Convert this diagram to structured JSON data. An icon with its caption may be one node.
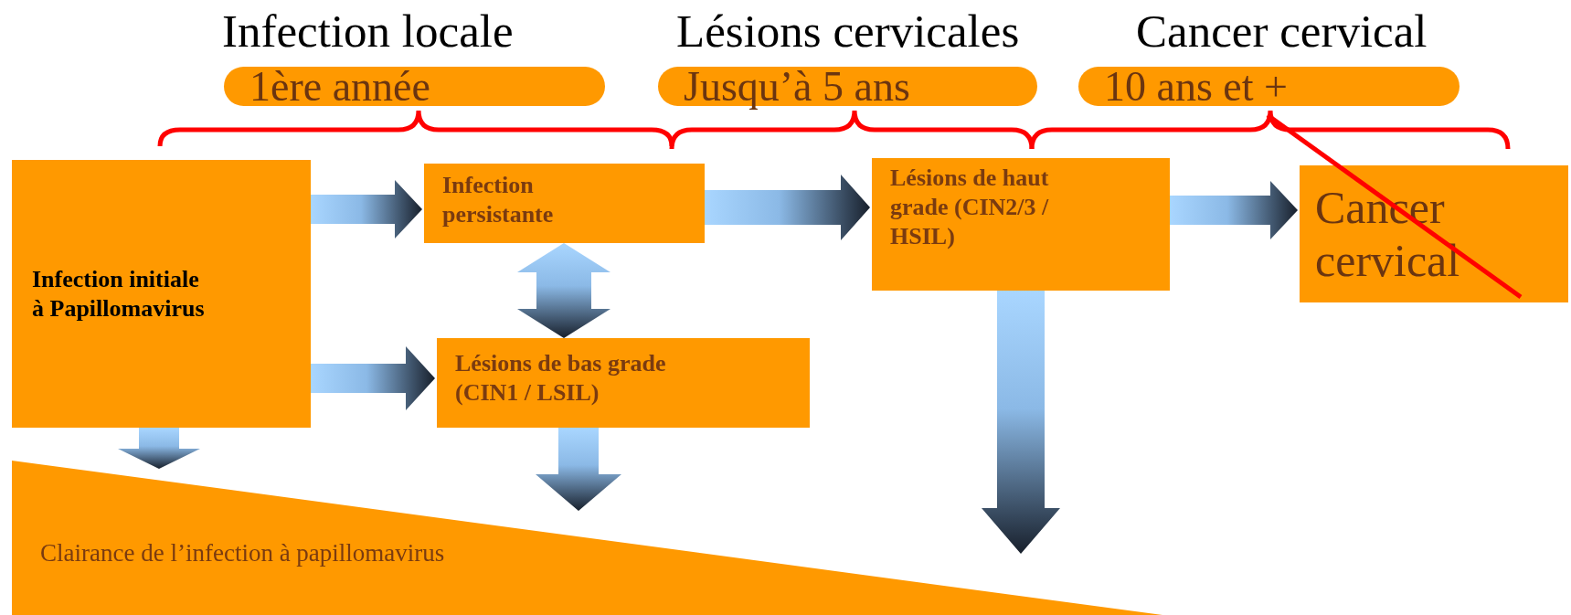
{
  "diagram": {
    "nodes": [
      {
        "text": [
          "1ère année"
        ]
      },
      {
        "text": [
          "Jusqu’à 5 ans"
        ]
      },
      {
        "text": [
          "10 ans et +"
        ]
      },
      {
        "text": [
          "Infection initiale à Papillomavirus"
        ]
      },
      {
        "text": [
          "Infection persistante"
        ]
      },
      {
        "text": [
          "Lésions de bas grade (CIN1 / LSIL)"
        ]
      },
      {
        "text": [
          "Lésions de haut grade (CIN2/3 / HSIL)"
        ]
      },
      {
        "text": [
          "Cancer cervical"
        ]
      },
      {
        "text": [
          "Clairance de l’infection à papillomavirus"
        ]
      }
    ],
    "edges": [
      {
        "from": 3,
        "to": 4,
        "arrow": "to"
      },
      {
        "from": 4,
        "to": 6,
        "arrow": "to"
      },
      {
        "from": 6,
        "to": 7,
        "arrow": "to"
      },
      {
        "from": 4,
        "to": 5,
        "arrow": "both"
      },
      {
        "from": 3,
        "to": 5,
        "arrow": "to"
      },
      {
        "from": 3,
        "to": 8,
        "arrow": "to"
      },
      {
        "from": 5,
        "to": 8,
        "arrow": "to"
      },
      {
        "from": 6,
        "to": null,
        "arrow": "to"
      }
    ],
    "labels": [
      "Infection locale",
      "Lésions cervicales",
      "Cancer cervical"
    ]
  }
}
